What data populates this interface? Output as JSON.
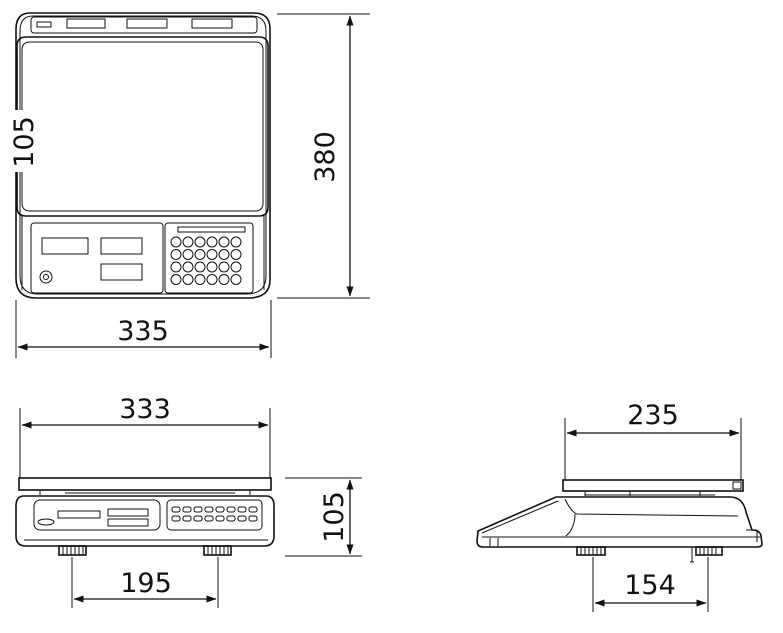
{
  "dimensions": {
    "top_height": "380",
    "top_left_label": "105",
    "top_width": "335",
    "front_width": "333",
    "front_height": "105",
    "front_feet_spacing": "195",
    "side_width": "235",
    "side_feet_spacing": "154"
  }
}
